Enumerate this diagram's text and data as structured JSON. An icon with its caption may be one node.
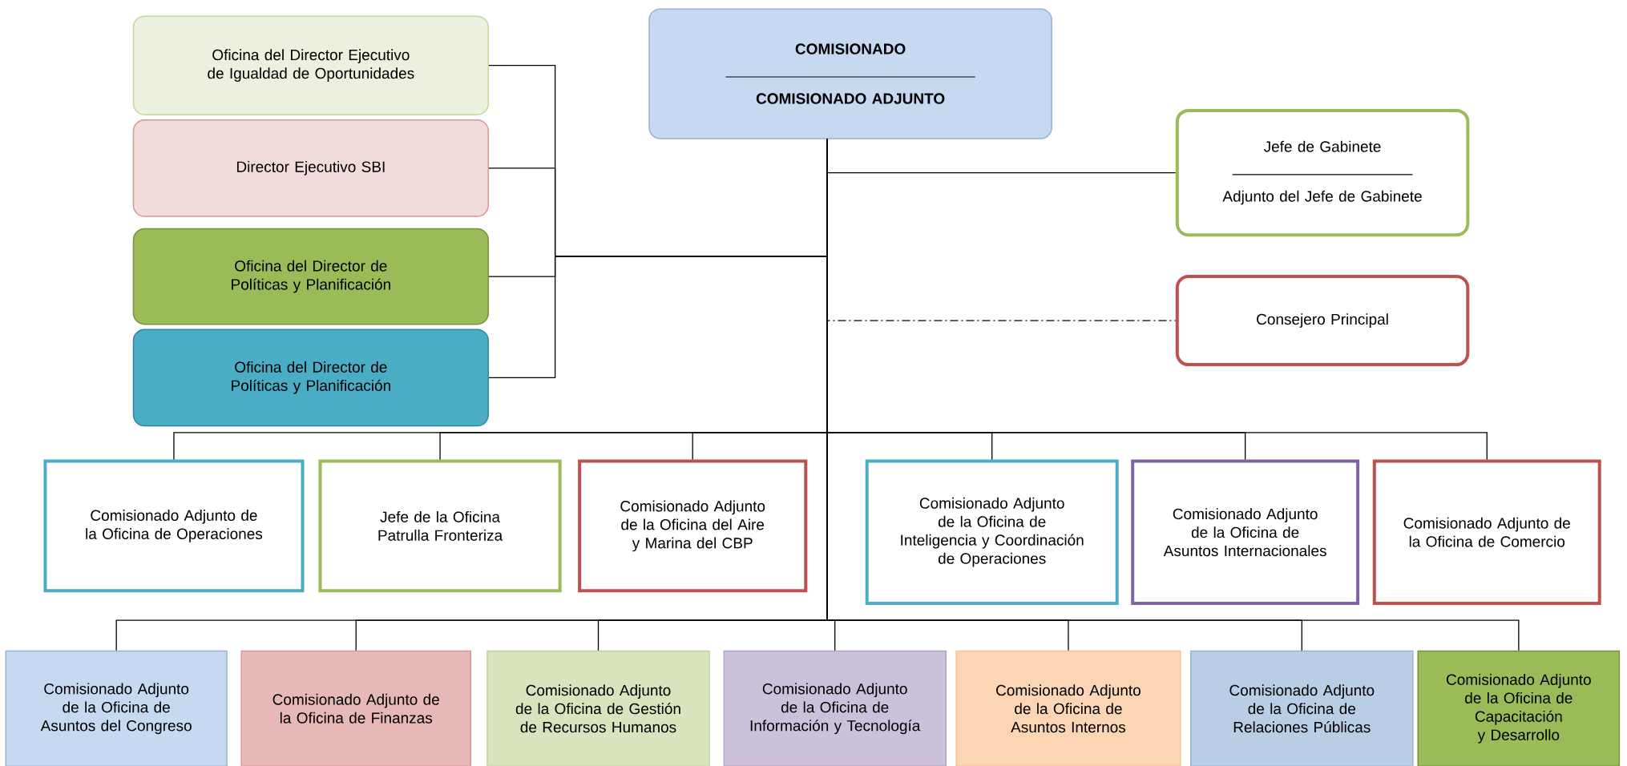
{
  "diagram": {
    "nodes": [
      {
        "text": [
          "Oficina del Director Ejecutivo de Igualdad de Oportunidades"
        ]
      },
      {
        "text": [
          "Director Ejecutivo SBI"
        ]
      },
      {
        "text": [
          "Oficina del Director de Políticas y Planificación"
        ]
      },
      {
        "text": [
          "Oficina del Director de Políticas y Planificación"
        ]
      },
      {
        "text": [
          "COMISIONADO",
          "COMISIONADO ADJUNTO"
        ]
      },
      {
        "text": [
          "Jefe de Gabinete",
          "Adjunto del Jefe de Gabinete"
        ]
      },
      {
        "text": [
          "Consejero Principal"
        ]
      },
      {
        "text": [
          "Comisionado Adjunto de la Oficina de Operaciones"
        ]
      },
      {
        "text": [
          "Jefe de la Oficina Patrulla Fronteriza"
        ]
      },
      {
        "text": [
          "Comisionado Adjunto de la Oficina del Aire y Marina del CBP"
        ]
      },
      {
        "text": [
          "Comisionado Adjunto de la Oficina de Inteligencia y Coordinación de Operaciones"
        ]
      },
      {
        "text": [
          "Comisionado Adjunto de la Oficina de Asuntos Internacionales"
        ]
      },
      {
        "text": [
          "Comisionado Adjunto de la Oficina de Comercio"
        ]
      },
      {
        "text": [
          "Comisionado Adjunto de la Oficina de Asuntos del Congreso"
        ]
      },
      {
        "text": [
          "Comisionado Adjunto de la Oficina de Finanzas"
        ]
      },
      {
        "text": [
          "Comisionado Adjunto de la Oficina de Gestión de Recursos Humanos"
        ]
      },
      {
        "text": [
          "Comisionado Adjunto de la Oficina de Información y Tecnología"
        ]
      },
      {
        "text": [
          "Comisionado Adjunto de la Oficina de Asuntos Internos"
        ]
      },
      {
        "text": [
          "Comisionado Adjunto de la Oficina de Relaciones Públicas"
        ]
      },
      {
        "text": [
          "Comisionado Adjunto de la Oficina de Capacitación y Desarrollo"
        ]
      }
    ],
    "edges": [
      {
        "from": 4,
        "to": 0,
        "arrow": "none"
      },
      {
        "from": 4,
        "to": 1,
        "arrow": "none"
      },
      {
        "from": 4,
        "to": 2,
        "arrow": "none"
      },
      {
        "from": 4,
        "to": 3,
        "arrow": "none"
      },
      {
        "from": 4,
        "to": 5,
        "arrow": "none"
      },
      {
        "from": 4,
        "to": 6,
        "arrow": "none",
        "style": "dashed"
      },
      {
        "from": 4,
        "to": 7,
        "arrow": "none"
      },
      {
        "from": 4,
        "to": 8,
        "arrow": "none"
      },
      {
        "from": 4,
        "to": 9,
        "arrow": "none"
      },
      {
        "from": 4,
        "to": 10,
        "arrow": "none"
      },
      {
        "from": 4,
        "to": 11,
        "arrow": "none"
      },
      {
        "from": 4,
        "to": 12,
        "arrow": "none"
      },
      {
        "from": 4,
        "to": 13,
        "arrow": "none"
      },
      {
        "from": 4,
        "to": 14,
        "arrow": "none"
      },
      {
        "from": 4,
        "to": 15,
        "arrow": "none"
      },
      {
        "from": 4,
        "to": 16,
        "arrow": "none"
      },
      {
        "from": 4,
        "to": 17,
        "arrow": "none"
      },
      {
        "from": 4,
        "to": 18,
        "arrow": "none"
      },
      {
        "from": 4,
        "to": 19,
        "arrow": "none"
      }
    ]
  }
}
